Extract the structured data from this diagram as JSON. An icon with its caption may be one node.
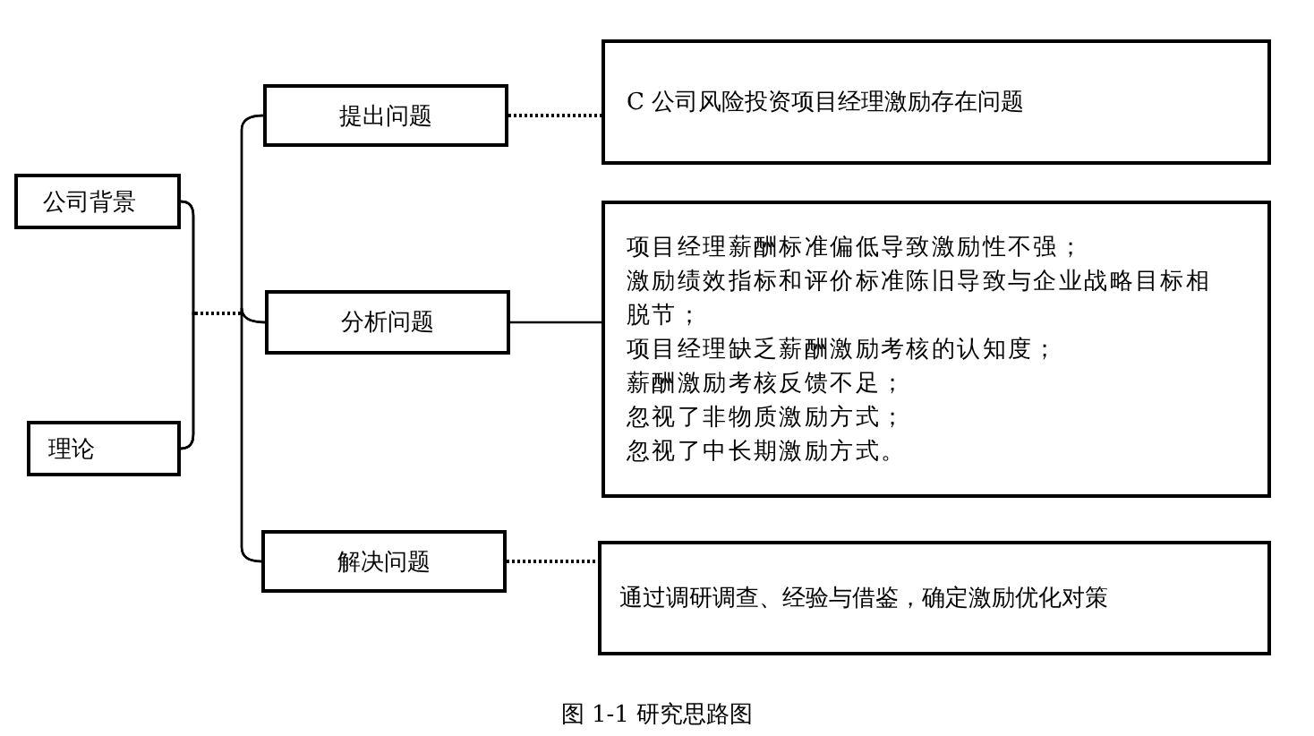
{
  "diagram": {
    "caption": "图 1-1 研究思路图",
    "nodes": [
      {
        "text": [
          "公司背景"
        ]
      },
      {
        "text": [
          "理论"
        ]
      },
      {
        "text": [
          "提出问题"
        ]
      },
      {
        "text": [
          "分析问题"
        ]
      },
      {
        "text": [
          "解决问题"
        ]
      },
      {
        "text": [
          "C 公司风险投资项目经理激励存在问题"
        ]
      },
      {
        "text": [
          "项目经理薪酬标准偏低导致激励性不强；",
          "激励绩效指标和评价标准陈旧导致与企业战略目标相脱节；",
          "项目经理缺乏薪酬激励考核的认知度；",
          "薪酬激励考核反馈不足；",
          "忽视了非物质激励方式；",
          "忽视了中长期激励方式。"
        ]
      },
      {
        "text": [
          "通过调研调查、经验与借鉴，确定激励优化对策"
        ]
      }
    ],
    "edges": [
      {
        "from": 0,
        "to": 2,
        "arrow": "none"
      },
      {
        "from": 0,
        "to": 3,
        "arrow": "none"
      },
      {
        "from": 0,
        "to": 4,
        "arrow": "none"
      },
      {
        "from": 1,
        "to": 2,
        "arrow": "none"
      },
      {
        "from": 1,
        "to": 3,
        "arrow": "none"
      },
      {
        "from": 1,
        "to": 4,
        "arrow": "none"
      },
      {
        "from": 2,
        "to": 5,
        "arrow": "none",
        "style": "dashed"
      },
      {
        "from": 3,
        "to": 6,
        "arrow": "none"
      },
      {
        "from": 4,
        "to": 7,
        "arrow": "none",
        "style": "dashed"
      }
    ]
  }
}
